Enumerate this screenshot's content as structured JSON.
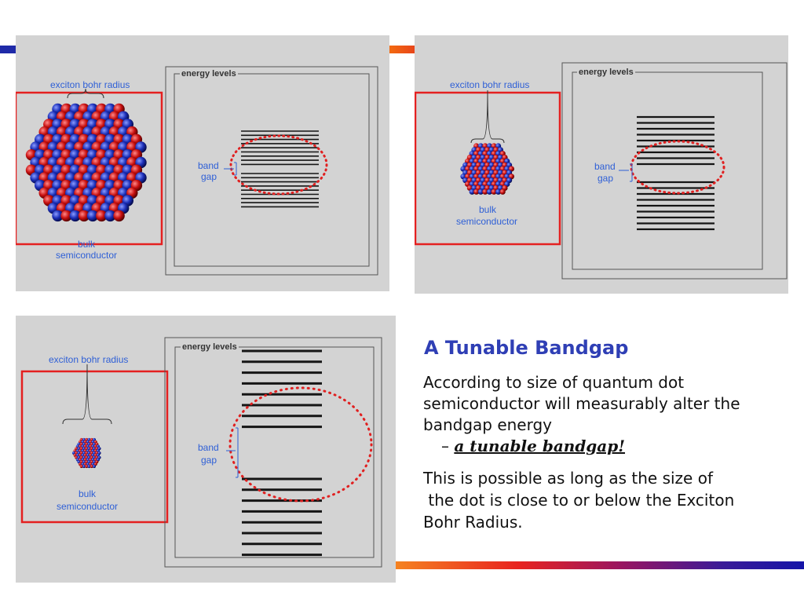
{
  "panels": [
    {
      "exciton_label": "exciton bohr radius",
      "band_label_1": "band",
      "band_label_2": "gap",
      "bulk_label_1": "bulk",
      "bulk_label_2": "semiconductor",
      "frame_title": "energy levels"
    },
    {
      "exciton_label": "exciton bohr radius",
      "band_label_1": "band",
      "band_label_2": "gap",
      "bulk_label_1": "bulk",
      "bulk_label_2": "semiconductor",
      "frame_title": "energy levels"
    },
    {
      "exciton_label": "exciton bohr radius",
      "band_label_1": "band",
      "band_label_2": "gap",
      "bulk_label_1": "bulk",
      "bulk_label_2": "semiconductor",
      "frame_title": "energy levels"
    }
  ],
  "slide": {
    "title": "A Tunable Bandgap",
    "para1_lines": [
      "According to size of quantum dot",
      "semiconductor will measurably alter the",
      "bandgap energy"
    ],
    "bullet_dash": "–",
    "emphasis": "a tunable bandgap!",
    "para2_lines": [
      "This is possible as long as the size of",
      " the dot is close to or below the Exciton",
      "Bohr Radius."
    ]
  },
  "colors": {
    "title": "#2f3fb5",
    "label_blue": "#2e5fd6",
    "highlight_red": "#e02020",
    "panel_bg": "#d3d3d3"
  }
}
